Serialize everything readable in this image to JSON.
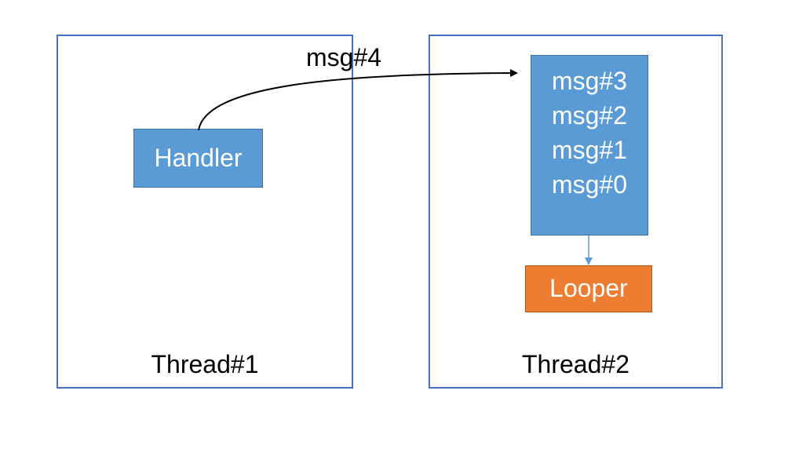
{
  "thread1": {
    "label": "Thread#1"
  },
  "thread2": {
    "label": "Thread#2"
  },
  "handler": {
    "label": "Handler"
  },
  "message_sent": {
    "label": "msg#4"
  },
  "message_queue": {
    "items": [
      "msg#3",
      "msg#2",
      "msg#1",
      "msg#0"
    ]
  },
  "looper": {
    "label": "Looper"
  },
  "colors": {
    "frame_border": "#4472c4",
    "handler_fill": "#5b9bd5",
    "queue_fill": "#5b9bd5",
    "looper_fill": "#ed7d31",
    "text_on_fill": "#ffffff"
  }
}
